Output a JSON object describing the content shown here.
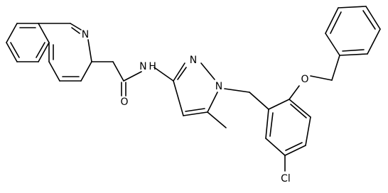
{
  "diagram": {
    "type": "chemical-structure",
    "atom_labels": {
      "isoquinoline_n": "N",
      "amide_nh": "N H",
      "amide_o": "O",
      "pyrazole_n2": "N",
      "pyrazole_n1": "N",
      "ether_o": "O",
      "chloro": "Cl"
    },
    "colors": {
      "bond": "#000000",
      "text": "#000000",
      "background": "#ffffff"
    }
  }
}
